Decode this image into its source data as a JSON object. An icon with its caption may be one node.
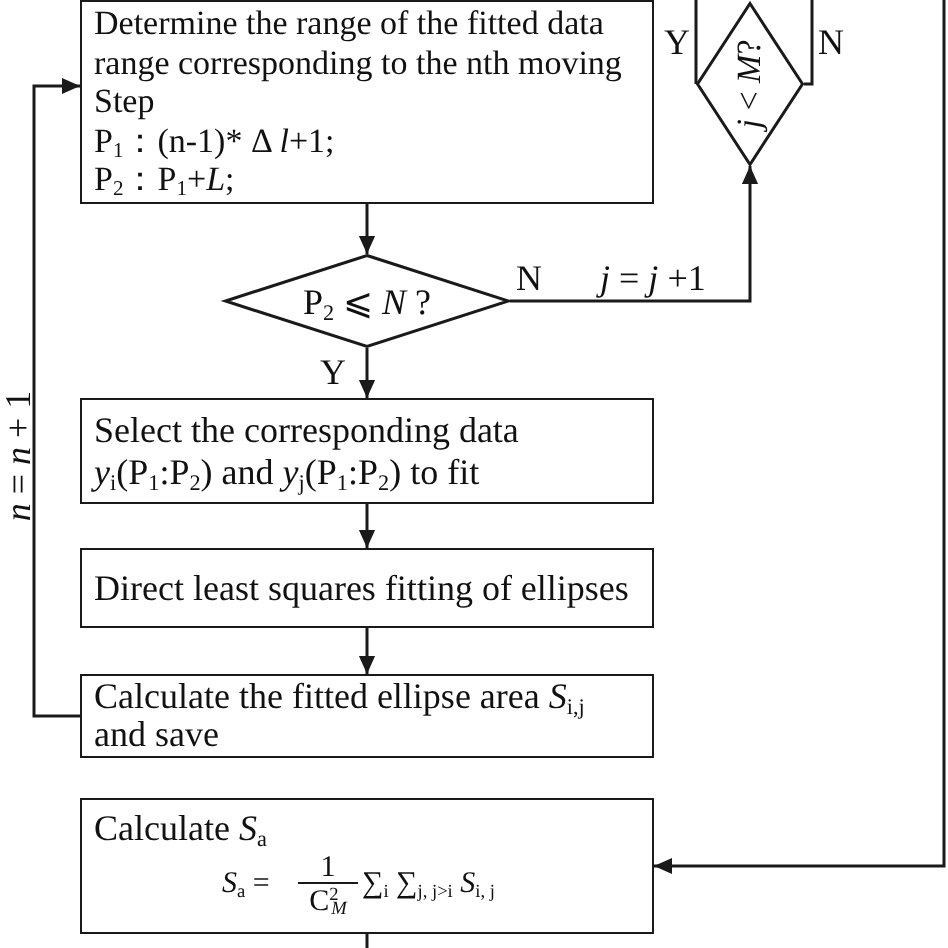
{
  "diagram": {
    "nodes": [
      {
        "text": [
          "Determine the range of the fitted data range corresponding to the nth moving Step",
          "P$_{1}$：(n-1)* Δ *l*+1;",
          "P$_{2}$：P$_{1}$+*L*;"
        ]
      },
      {
        "text": [
          "*j* < *M*?"
        ]
      },
      {
        "text": [
          "P$_{2}$ ⩽ *N* ?"
        ]
      },
      {
        "text": [
          "Select the corresponding data *y*$_{i}$(P$_{1}$:P$_{2}$) and *y*$_{j}$(P$_{1}$:P$_{2}$) to fit"
        ]
      },
      {
        "text": [
          "Direct least squares fitting of ellipses"
        ]
      },
      {
        "text": [
          "Calculate the fitted ellipse area *S*$_{i,j}$ and save"
        ]
      },
      {
        "text": [
          "Calculate *S*$_{a}$",
          "*S*$_{a}$ =",
          "1",
          "C$^{2}$$_{M}$",
          "∑$_{i}$ ∑$_{j, j>i}$ *S*$_{i, j}$"
        ]
      }
    ],
    "edges": [
      {
        "from": 0,
        "to": 2,
        "arrow": "to"
      },
      {
        "from": 2,
        "to": 3,
        "arrow": "to",
        "label": "Y"
      },
      {
        "from": 3,
        "to": 4,
        "arrow": "to"
      },
      {
        "from": 4,
        "to": 5,
        "arrow": "to"
      },
      {
        "from": 5,
        "to": 0,
        "arrow": "to",
        "label": "*n* = *n* + 1"
      },
      {
        "from": 2,
        "to": 1,
        "arrow": "to",
        "label": "N"
      },
      {
        "from": 1,
        "to": null,
        "arrow": "none",
        "label": "Y"
      },
      {
        "from": 1,
        "to": null,
        "arrow": "none",
        "label": "N"
      },
      {
        "from": null,
        "to": 6,
        "arrow": "to"
      },
      {
        "from": 6,
        "to": null,
        "arrow": "none"
      }
    ],
    "labels": [
      "*j* = *j* +1"
    ]
  }
}
